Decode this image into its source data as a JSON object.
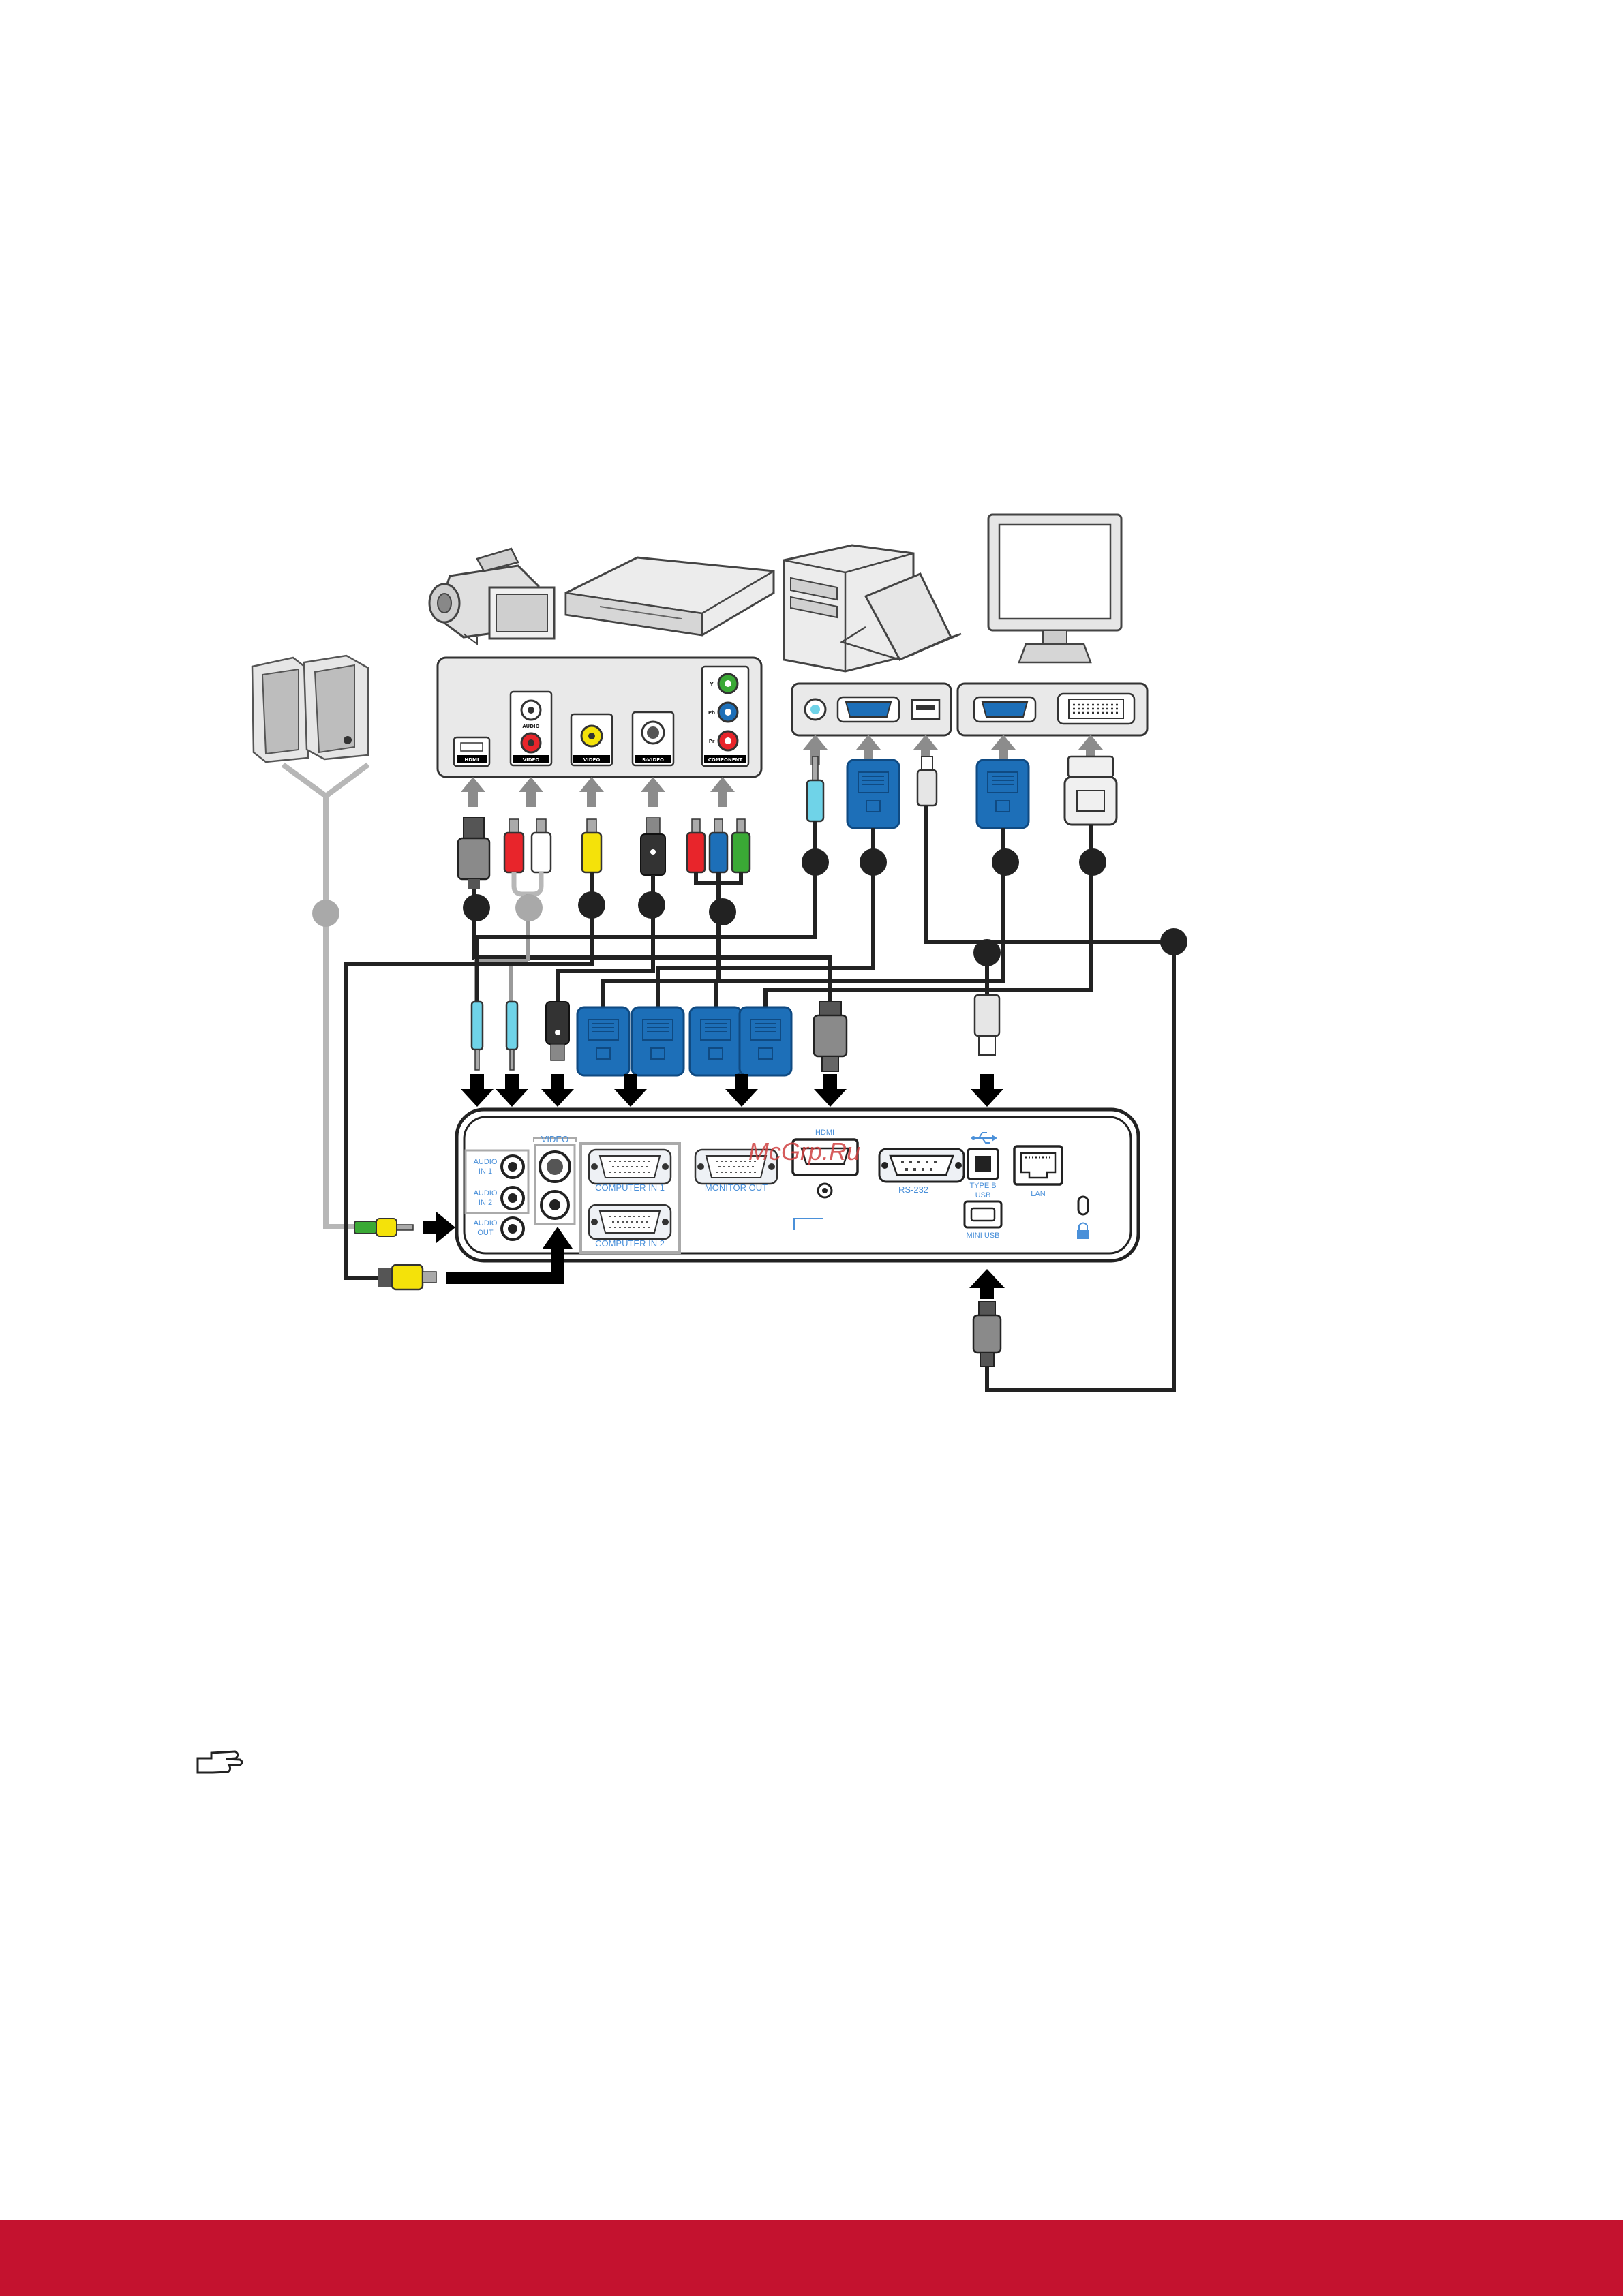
{
  "colors": {
    "footer": "#c4122f",
    "port_label": "#4a90d9",
    "cable_blue": "#1d6fb8",
    "cable_dark": "#333333",
    "rca_red": "#e8252b",
    "rca_yellow": "#f4e20a",
    "rca_green": "#3aa935",
    "rca_white": "#ffffff",
    "jack_cyan": "#6fd3e8"
  },
  "source_panel": {
    "hdmi": "HDMI",
    "audio": "AUDIO",
    "video1": "VIDEO",
    "video2": "VIDEO",
    "svideo": "S-VIDEO",
    "component": "COMPONENT",
    "y": "Y",
    "pb": "Pb",
    "pr": "Pr"
  },
  "projector": {
    "video_group": "VIDEO",
    "audio_in_1": [
      "AUDIO",
      "IN 1"
    ],
    "audio_in_2": [
      "AUDIO",
      "IN 2"
    ],
    "audio_out": [
      "AUDIO",
      "OUT"
    ],
    "computer_in_1": "COMPUTER IN 1",
    "computer_in_2": "COMPUTER IN 2",
    "monitor_out": "MONITOR OUT",
    "hdmi": "HDMI",
    "rs232": "RS-232",
    "type_b": [
      "TYPE B",
      "USB"
    ],
    "lan": "LAN",
    "mini_usb": "MINI USB"
  },
  "watermark": "McGrp.Ru",
  "icons": [
    "camcorder-icon",
    "dvd-player-icon",
    "desktop-pc-icon",
    "laptop-icon",
    "monitor-icon",
    "speakers-icon",
    "note-hand-icon",
    "usb-symbol-icon",
    "lock-icon"
  ]
}
